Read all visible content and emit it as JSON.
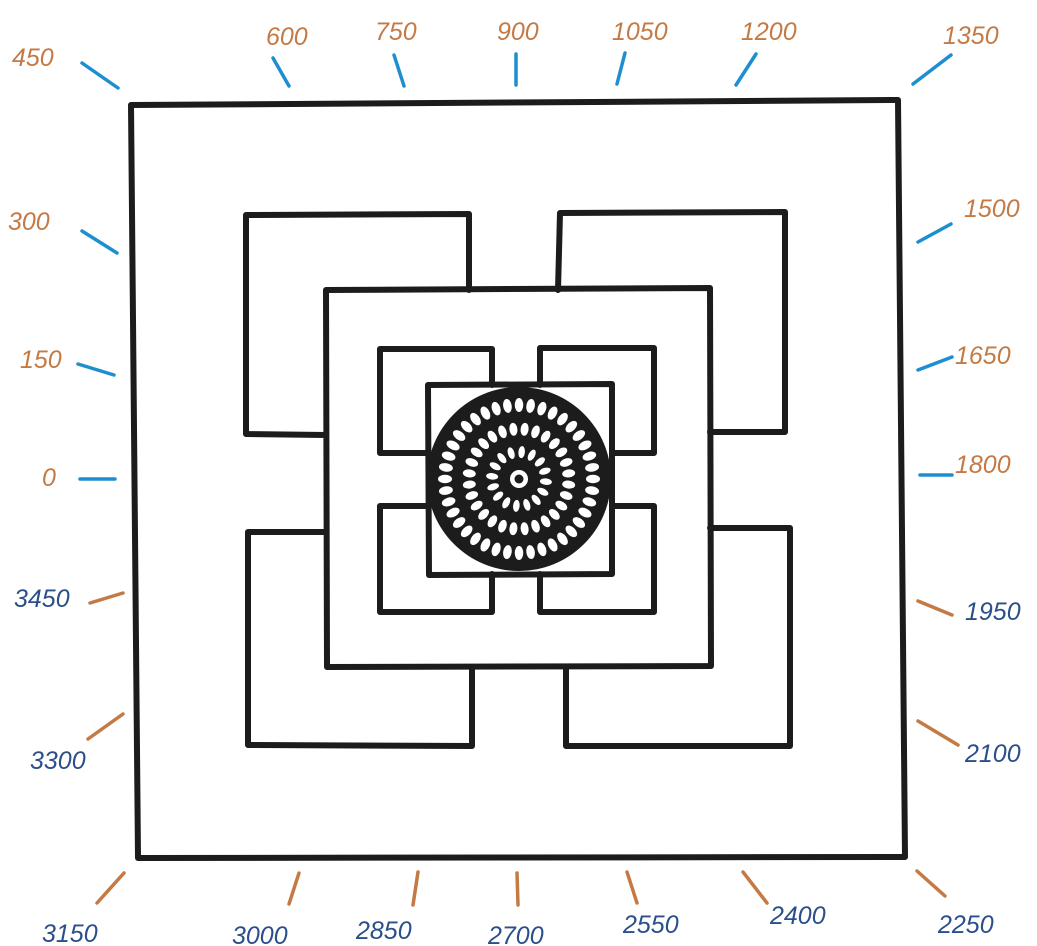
{
  "colors": {
    "orange": "#c47a44",
    "blue": "#1d8fd1",
    "navy": "#2a4f8a",
    "ink": "#1c1c1c"
  },
  "top_labels": [
    "450",
    "600",
    "750",
    "900",
    "1050",
    "1200",
    "1350"
  ],
  "right_labels": [
    "1500",
    "1650",
    "1800",
    "1950",
    "2100"
  ],
  "bottom_labels": [
    "2250",
    "2400",
    "2550",
    "2700",
    "2850",
    "3000",
    "3150"
  ],
  "left_labels": [
    "300",
    "150",
    "0",
    "3450",
    "3300"
  ],
  "medallion": {
    "rings": [
      {
        "count": 40
      },
      {
        "count": 28
      },
      {
        "count": 16
      }
    ]
  }
}
